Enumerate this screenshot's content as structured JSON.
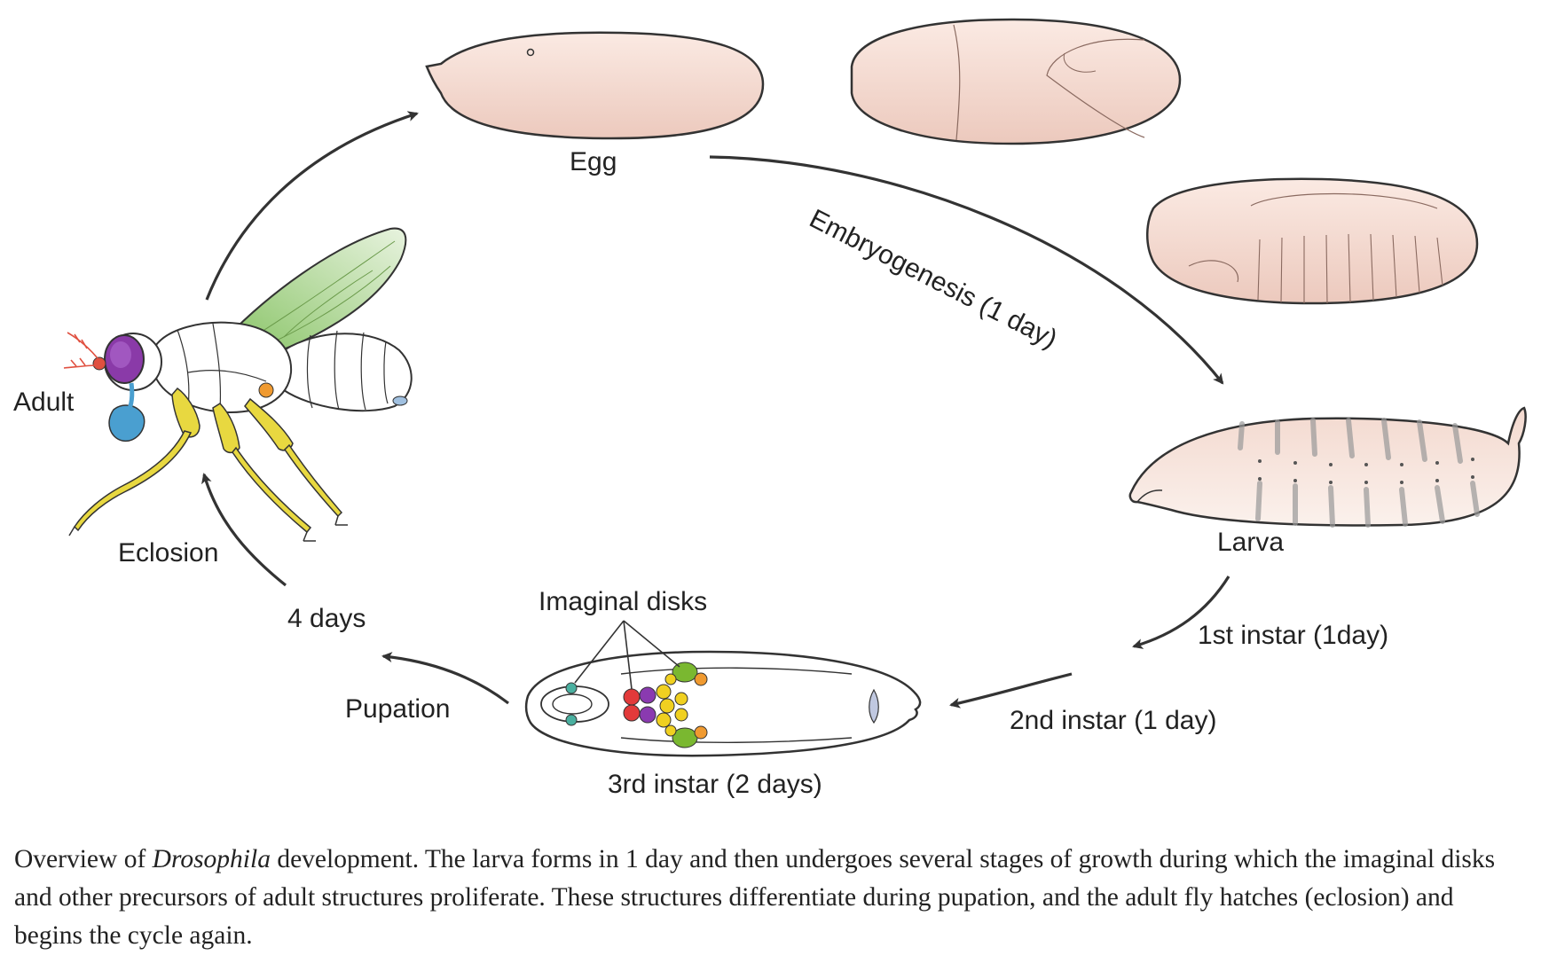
{
  "labels": {
    "egg": "Egg",
    "embryogenesis": "Embryogenesis (1 day)",
    "larva": "Larva",
    "first_instar": "1st instar (1day)",
    "second_instar": "2nd instar (1 day)",
    "third_instar": "3rd instar (2 days)",
    "imaginal_disks": "Imaginal disks",
    "pupation": "Pupation",
    "four_days": "4 days",
    "eclosion": "Eclosion",
    "adult": "Adult"
  },
  "caption": {
    "part1": "Overview of ",
    "italic": "Drosophila",
    "part2": " development. The larva forms in 1 day and then undergoes several stages of growth during which the imaginal disks and other precursors of adult structures proliferate. These structures differentiate during pupation, and the adult fly hatches (eclosion) and begins the cycle again."
  },
  "colors": {
    "embryo_fill": "#f2d8cf",
    "outline": "#333333",
    "arrow": "#333333",
    "fly_eye": "#8a3aa8",
    "fly_leg": "#e8d840",
    "fly_wing": "#a8d08a",
    "fly_mouth": "#4a9fd0",
    "fly_antenna": "#e05040",
    "disk_red": "#e23a3a",
    "disk_purple": "#8a3ab0",
    "disk_yellow": "#f0d020",
    "disk_green": "#7ab830",
    "disk_orange": "#f09a30",
    "disk_teal": "#4ab0a0"
  }
}
